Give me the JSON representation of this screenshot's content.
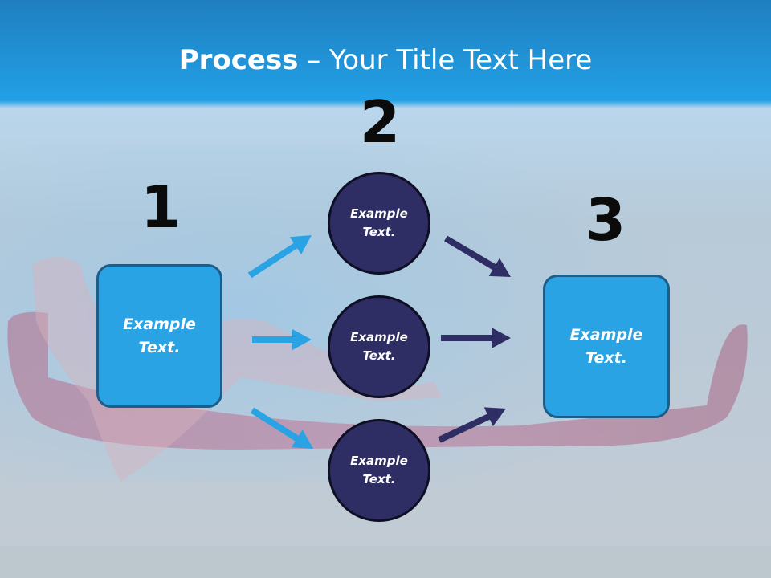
{
  "title": {
    "strong": "Process",
    "rest": " – Your Title Text Here"
  },
  "steps": {
    "one": "1",
    "two": "2",
    "three": "3"
  },
  "box_left": "Example\nText.",
  "box_right": "Example\nText.",
  "circles": [
    "Example\nText.",
    "Example\nText.",
    "Example\nText."
  ],
  "colors": {
    "light_arrow": "#29a3e4",
    "dark_arrow": "#2f2e64",
    "box_fill": "#29a3e4",
    "circle_fill": "#2f2e64"
  }
}
